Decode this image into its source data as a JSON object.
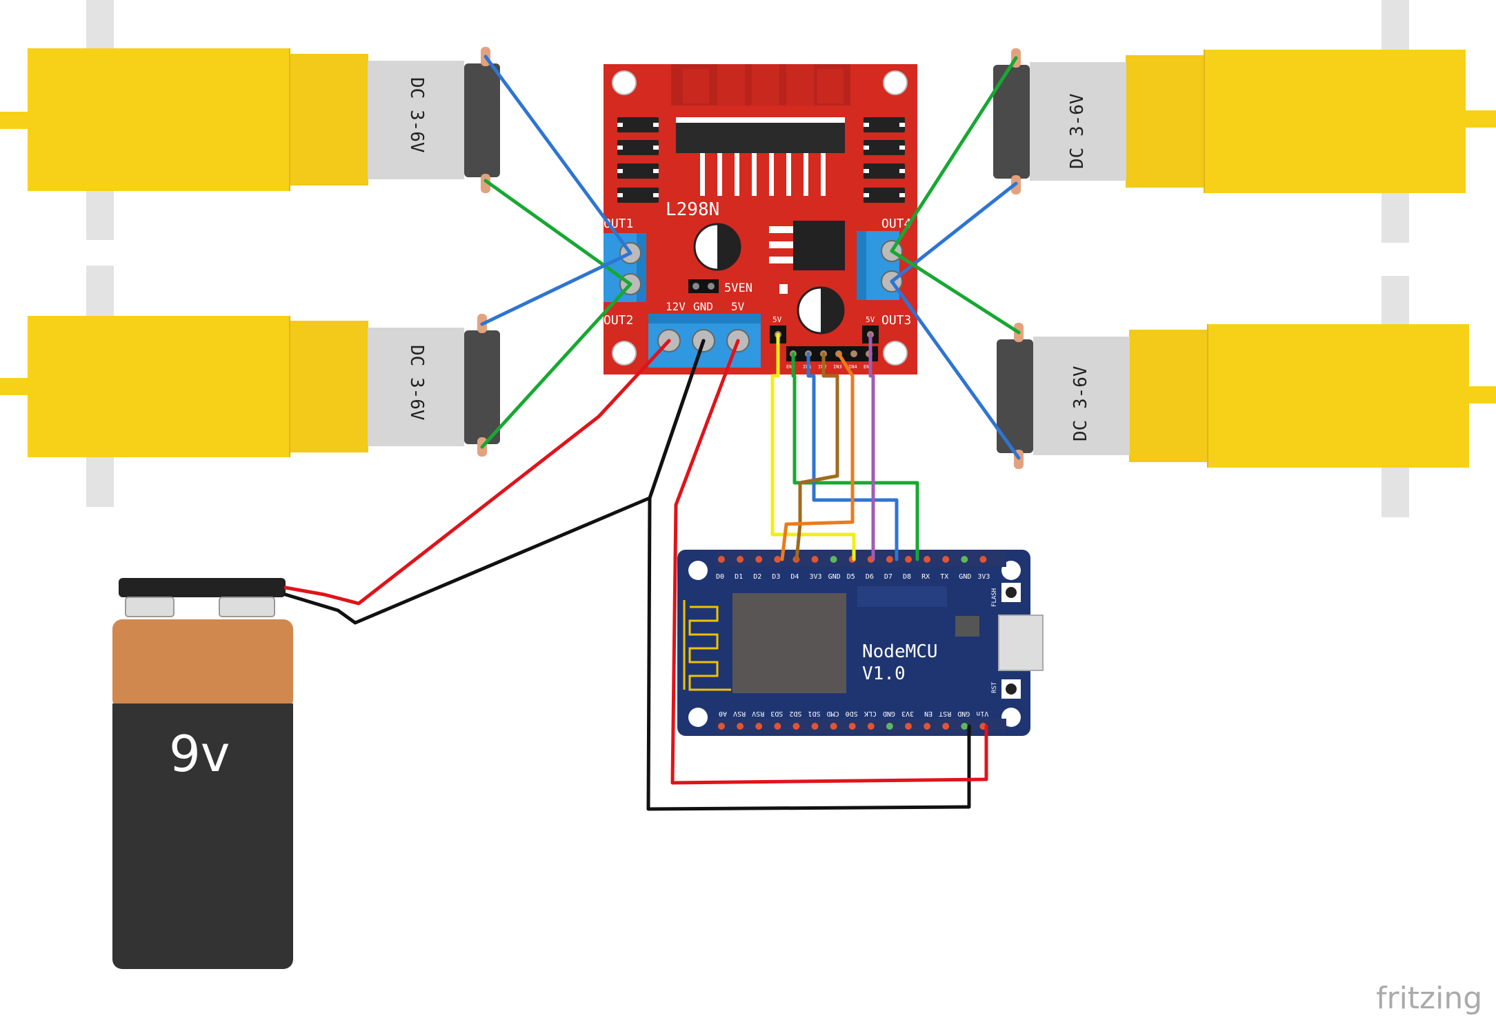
{
  "motors": [
    {
      "id": "motor-top-left",
      "label": "DC 3-6V"
    },
    {
      "id": "motor-bottom-left",
      "label": "DC 3-6V"
    },
    {
      "id": "motor-top-right",
      "label": "DC 3-6V"
    },
    {
      "id": "motor-bottom-right",
      "label": "DC 3-6V"
    }
  ],
  "driver": {
    "name": "L298N",
    "out1": "OUT1",
    "out2": "OUT2",
    "out3": "OUT3",
    "out4": "OUT4",
    "jumper": "5VEN",
    "power_terminals": [
      "12V",
      "GND",
      "5V"
    ],
    "pin_5v_left": "5V",
    "pin_5v_right": "5V",
    "control_pins": [
      "ENA",
      "IN1",
      "IN2",
      "IN3",
      "IN4",
      "ENB"
    ]
  },
  "nodemcu": {
    "name_line1": "NodeMCU",
    "name_line2": "V1.0",
    "top_pins": [
      "D0",
      "D1",
      "D2",
      "D3",
      "D4",
      "3V3",
      "GND",
      "D5",
      "D6",
      "D7",
      "D8",
      "RX",
      "TX",
      "GND",
      "3V3"
    ],
    "bottom_pins": [
      "A0",
      "RSV",
      "RSV",
      "SD3",
      "SD2",
      "SD1",
      "CMD",
      "SD0",
      "CLK",
      "GND",
      "3V3",
      "EN",
      "RST",
      "GND",
      "Vin"
    ],
    "flash_label": "FLASH",
    "rst_label": "RST"
  },
  "battery": {
    "label": "9v"
  },
  "watermark": "fritzing",
  "colors": {
    "motor_yellow": "#F7D117",
    "driver_red": "#D42A20",
    "terminal_blue": "#2F98E0",
    "board_blue": "#1F3572",
    "wire_red": "#E0131A",
    "wire_black": "#111111",
    "wire_blue": "#2E75D2",
    "wire_green": "#17A832",
    "wire_yellow": "#F2EE15",
    "wire_orange": "#EB7B1C",
    "wire_brown": "#A06A1E",
    "wire_purple": "#A05CB5",
    "battery_copper": "#D0884F",
    "battery_body": "#333333"
  }
}
